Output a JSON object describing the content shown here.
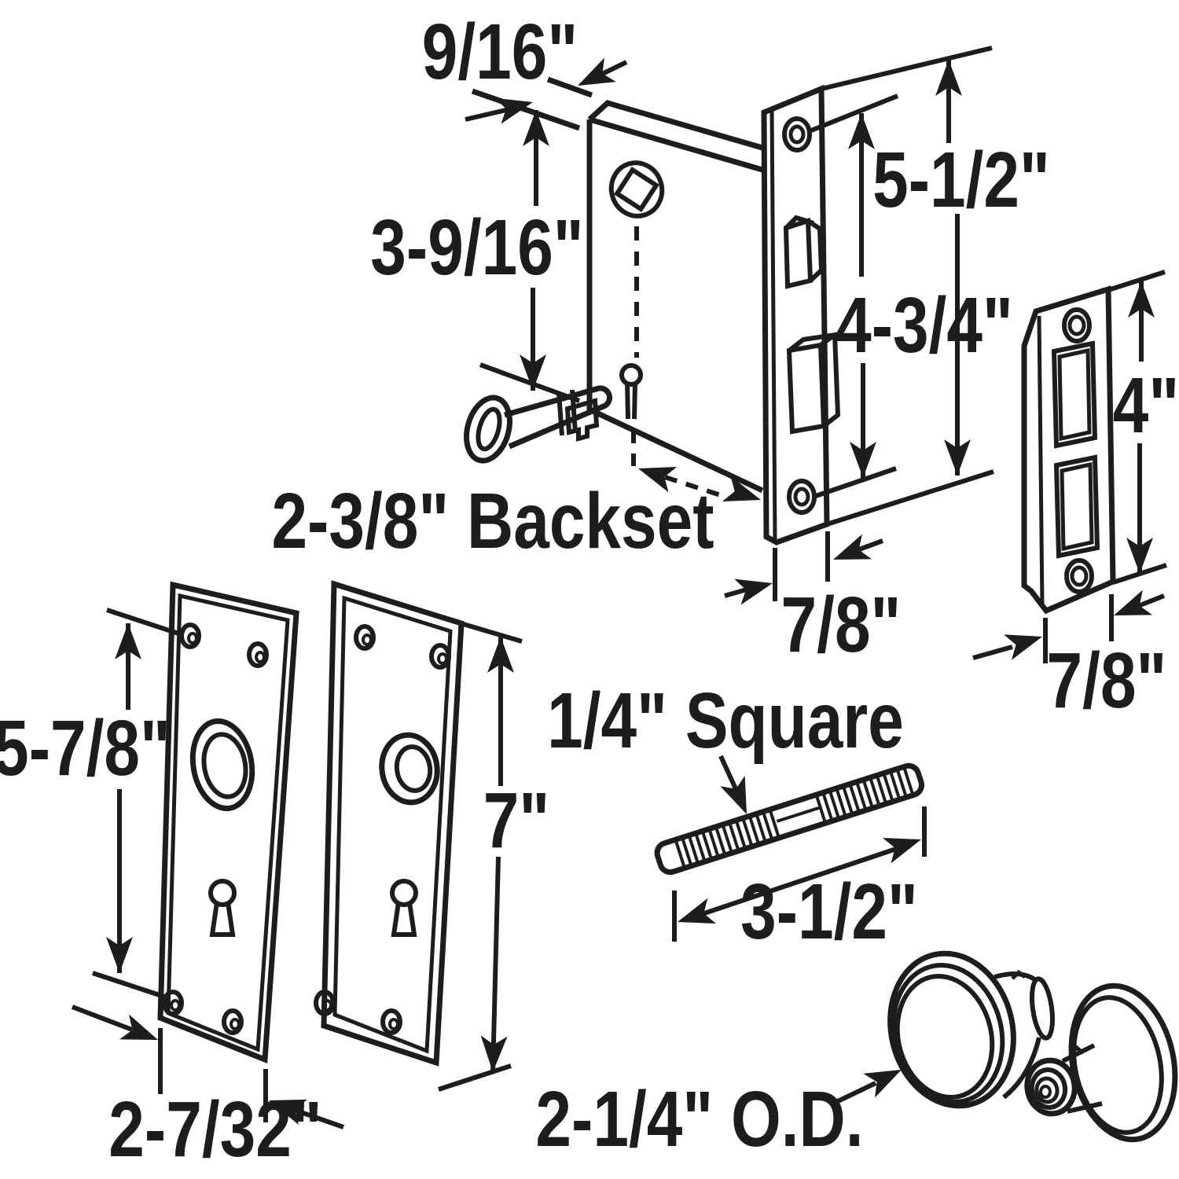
{
  "diagram": {
    "title": "Mortise lock set dimension diagram",
    "type": "technical line drawing",
    "ink_color": "#1d1d1b",
    "background_color": "#ffffff"
  },
  "labels": {
    "case_thickness": {
      "text": "9/16\"",
      "refers_to": "lock case thickness"
    },
    "case_height": {
      "text": "3-9/16\"",
      "refers_to": "lock case height"
    },
    "faceplate_height": {
      "text": "5-1/2\"",
      "refers_to": "faceplate height"
    },
    "screw_spacing": {
      "text": "4-3/4\"",
      "refers_to": "faceplate screw hole spacing"
    },
    "backset": {
      "text": "2-3/8\" Backset",
      "refers_to": "keyhole to faceplate distance"
    },
    "faceplate_width": {
      "text": "7/8\"",
      "refers_to": "faceplate width"
    },
    "strike_height": {
      "text": "4\"",
      "refers_to": "strike plate height"
    },
    "strike_width": {
      "text": "7/8\"",
      "refers_to": "strike plate width"
    },
    "plate_height_left": {
      "text": "5-7/8\"",
      "refers_to": "left escutcheon plate height"
    },
    "plate_height_right": {
      "text": "7\"",
      "refers_to": "right escutcheon plate height"
    },
    "plate_width": {
      "text": "2-7/32\"",
      "refers_to": "escutcheon plate width"
    },
    "spindle_square": {
      "text": "1/4\" Square",
      "refers_to": "spindle cross-section"
    },
    "spindle_length": {
      "text": "3-1/2\"",
      "refers_to": "spindle length"
    },
    "knob_diameter": {
      "text": "2-1/4\" O.D.",
      "refers_to": "door knob outside diameter"
    }
  }
}
